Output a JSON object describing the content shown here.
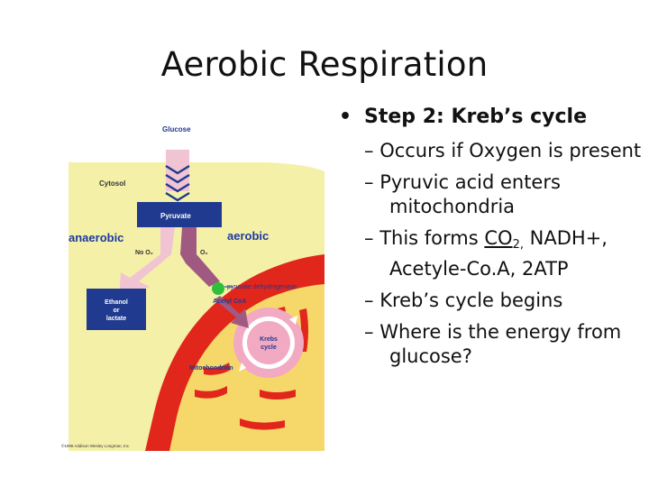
{
  "slide": {
    "title": "Aerobic Respiration"
  },
  "bullets": {
    "main": "Step 2: Kreb’s cycle",
    "main_marker": "•",
    "sub_marker": "–",
    "sub_items": [
      {
        "text": "Occurs if Oxygen is present"
      },
      {
        "text": "Pyruvic acid enters mitochondria"
      },
      {
        "pre": "This forms ",
        "co": "CO",
        "sub": "2,",
        "post": " NADH+, Acetyle-Co.A, 2ATP"
      },
      {
        "text": "Kreb’s cycle begins"
      },
      {
        "text": "Where is the energy from glucose?"
      }
    ]
  },
  "diagram": {
    "labels": {
      "glucose": "Glucose",
      "cytosol": "Cytosol",
      "pyruvate": "Pyruvate",
      "anaerobic": "anaerobic",
      "aerobic": "aerobic",
      "no_o2": "No O₂",
      "o2": "O₂",
      "pyruvate_dehydrogenase": "pyruvate dehydrogenase",
      "acetyl_coa": "Acetyl CoA",
      "ethanol_line1": "Ethanol",
      "ethanol_line2": "or",
      "ethanol_line3": "lactate",
      "krebs_line1": "Krebs",
      "krebs_line2": "cycle",
      "mitochondrion": "Mitochondrion",
      "copyright": "©1996 Addison Wesley Longman, Inc."
    },
    "colors": {
      "cytosol_bg": "#f5f0a8",
      "navy": "#1f3a8f",
      "purple": "#a05a82",
      "pink_arrow": "#f0c4d2",
      "mito_red": "#e1261c",
      "mito_inner": "#f6d86a",
      "krebs_ring": "#f2a9c2",
      "pyr_dot": "#2fbf3a",
      "anaerobic_blue": "#1c3aa0"
    }
  }
}
